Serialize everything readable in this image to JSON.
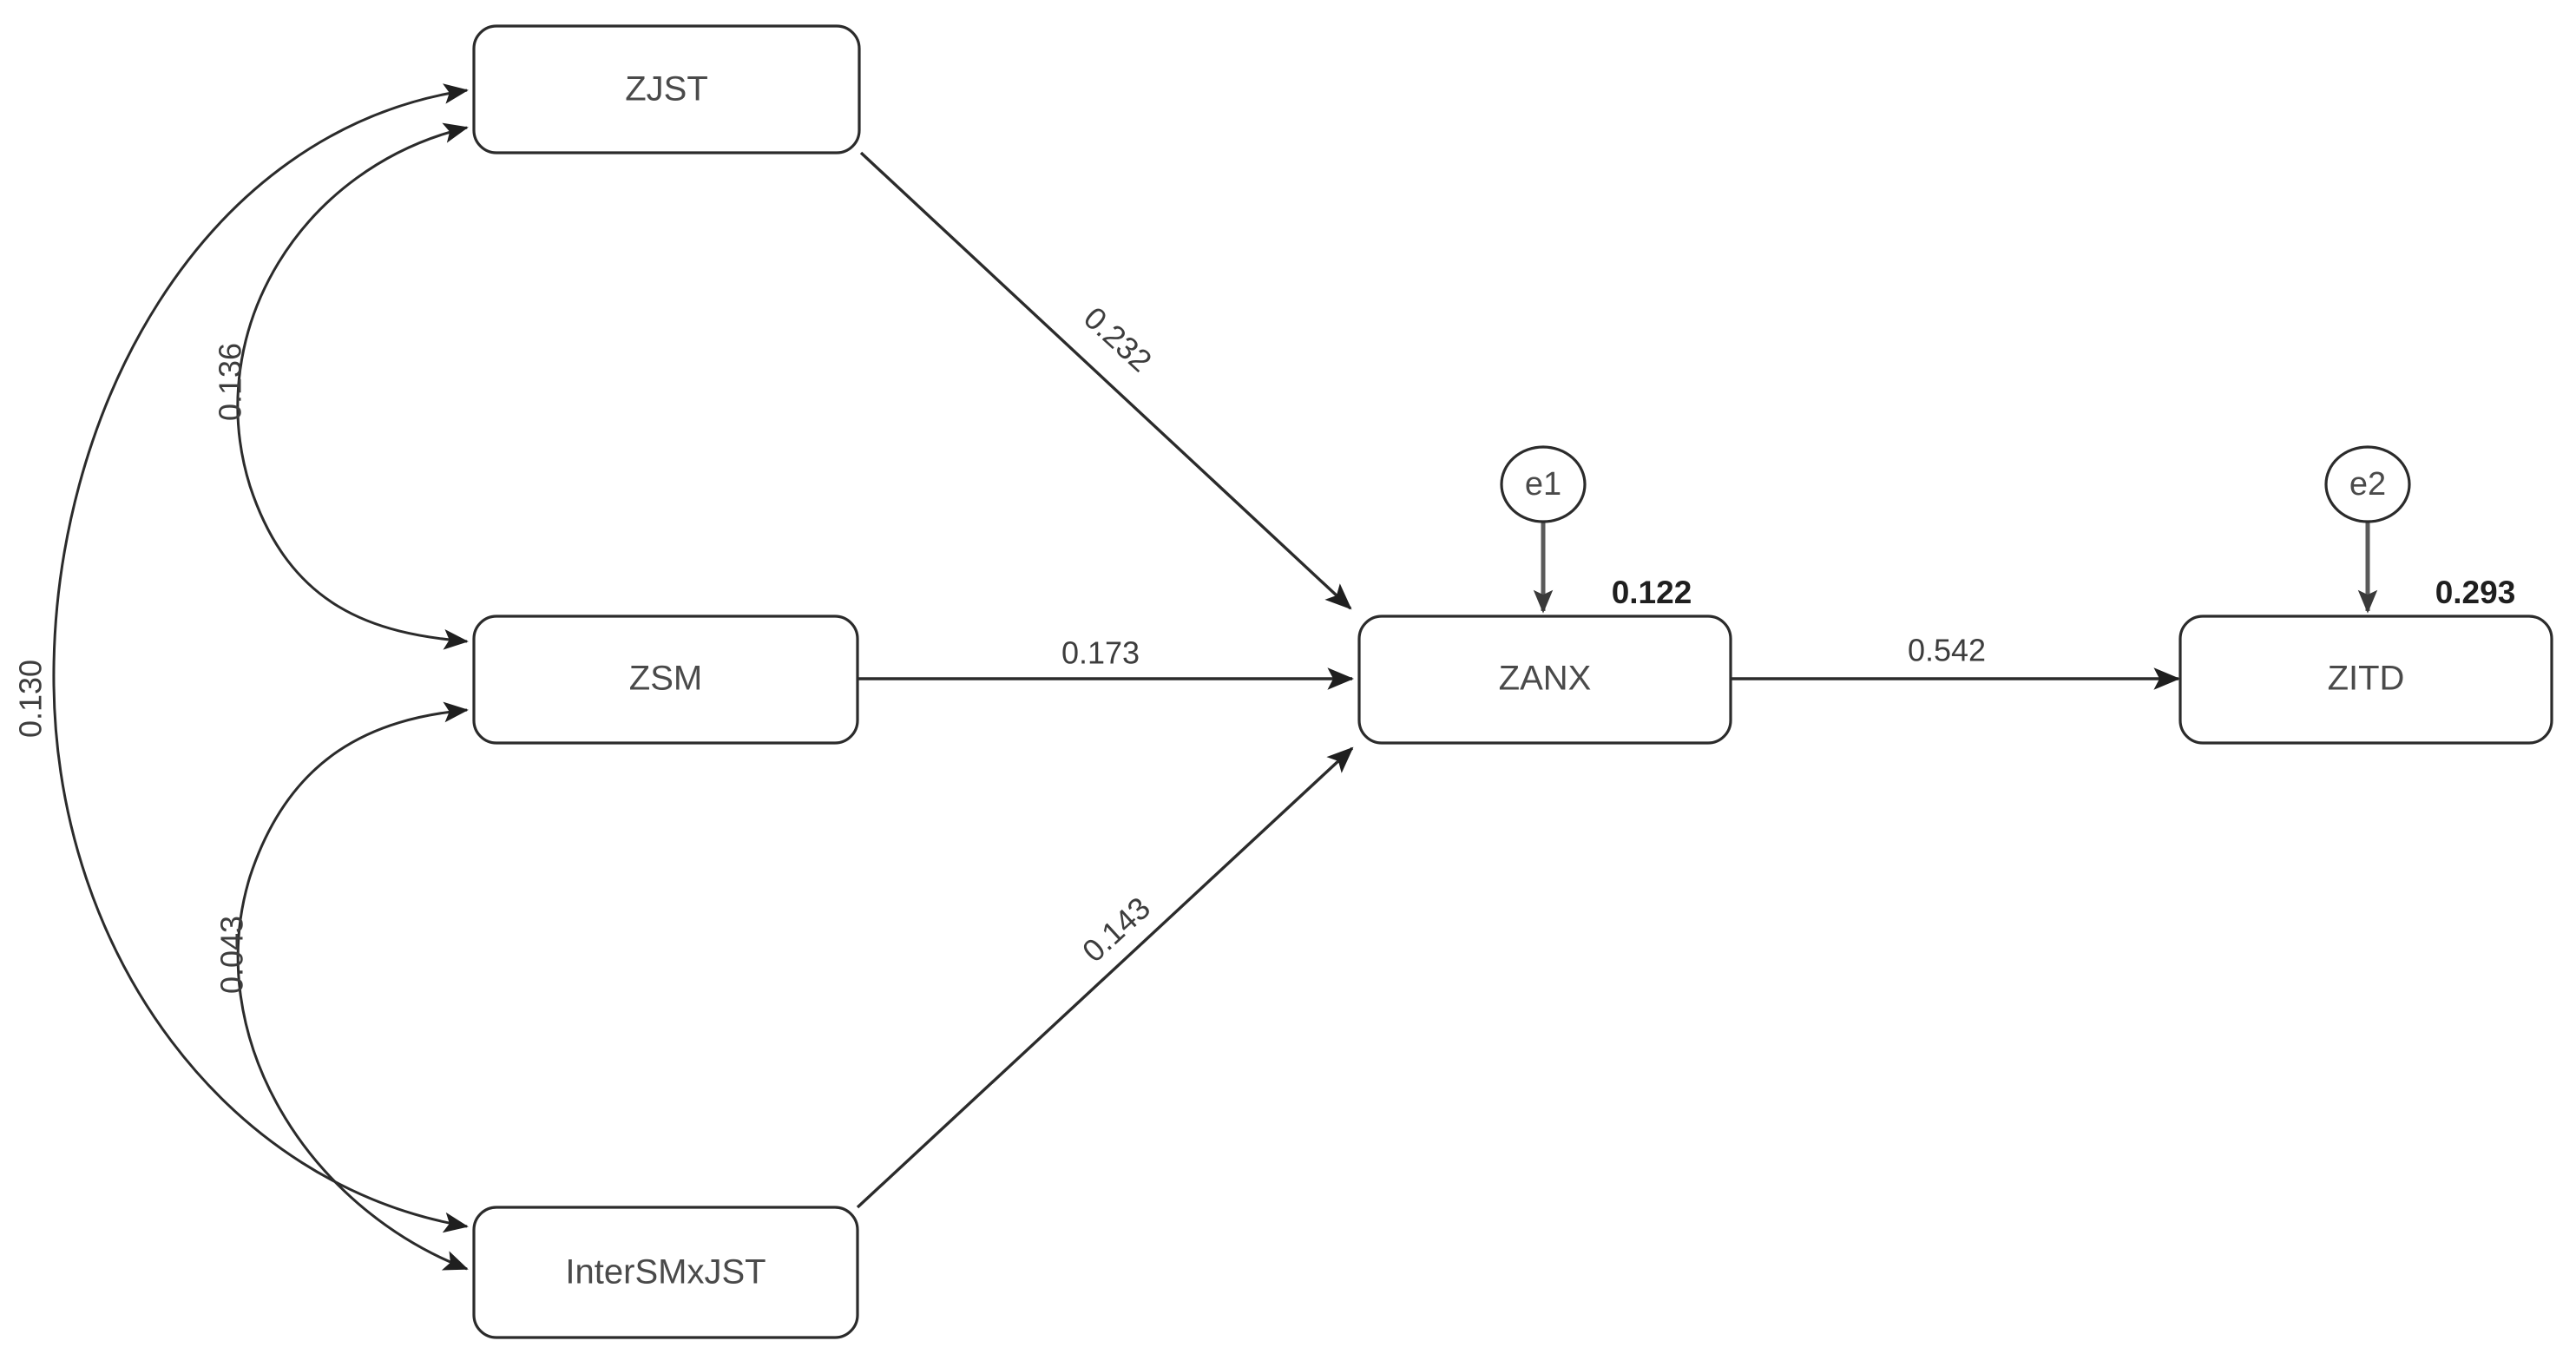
{
  "diagram": {
    "type": "sem-path-diagram",
    "background_color": "#ffffff",
    "stroke_color": "#2b2b2b",
    "text_color": "#4a4a4a",
    "nodes": [
      {
        "id": "ZJST",
        "label": "ZJST",
        "shape": "rounded-rect"
      },
      {
        "id": "ZSM",
        "label": "ZSM",
        "shape": "rounded-rect"
      },
      {
        "id": "InterSMxJST",
        "label": "InterSMxJST",
        "shape": "rounded-rect"
      },
      {
        "id": "ZANX",
        "label": "ZANX",
        "shape": "rounded-rect"
      },
      {
        "id": "ZITD",
        "label": "ZITD",
        "shape": "rounded-rect"
      },
      {
        "id": "e1",
        "label": "e1",
        "shape": "ellipse"
      },
      {
        "id": "e2",
        "label": "e2",
        "shape": "ellipse"
      }
    ],
    "paths": [
      {
        "id": "zjst-zanx",
        "from": "ZJST",
        "to": "ZANX",
        "coefficient": "0.232",
        "kind": "directed",
        "bold": false
      },
      {
        "id": "zsm-zanx",
        "from": "ZSM",
        "to": "ZANX",
        "coefficient": "0.173",
        "kind": "directed",
        "bold": false
      },
      {
        "id": "inter-zanx",
        "from": "InterSMxJST",
        "to": "ZANX",
        "coefficient": "0.143",
        "kind": "directed",
        "bold": false
      },
      {
        "id": "zanx-zitd",
        "from": "ZANX",
        "to": "ZITD",
        "coefficient": "0.542",
        "kind": "directed",
        "bold": false
      }
    ],
    "covariances": [
      {
        "id": "cov-jst-inter",
        "between": [
          "ZJST",
          "InterSMxJST"
        ],
        "coefficient": "0.130",
        "kind": "double-headed-curve"
      },
      {
        "id": "cov-jst-sm",
        "between": [
          "ZJST",
          "ZSM"
        ],
        "coefficient": "0.136",
        "kind": "double-headed-curve"
      },
      {
        "id": "cov-sm-inter",
        "between": [
          "ZSM",
          "InterSMxJST"
        ],
        "coefficient": "0.043",
        "kind": "double-headed-curve"
      }
    ],
    "variances": [
      {
        "id": "var-zanx",
        "on": "ZANX",
        "from_error": "e1",
        "coefficient": "0.122",
        "bold": true
      },
      {
        "id": "var-zitd",
        "on": "ZITD",
        "from_error": "e2",
        "coefficient": "0.293",
        "bold": true
      }
    ]
  }
}
